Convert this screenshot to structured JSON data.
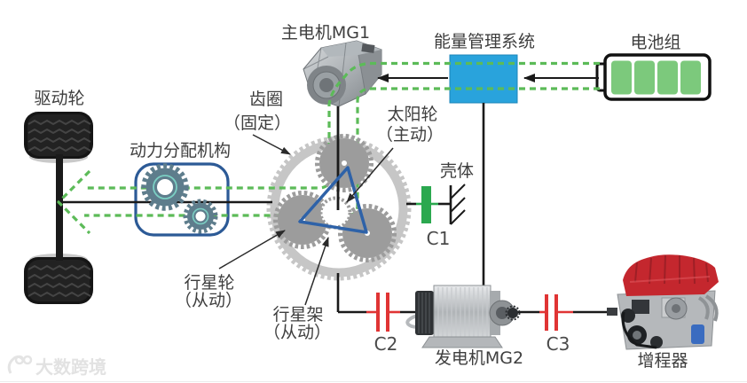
{
  "page": {
    "background": "#FFFFFF",
    "type": "powertrain-schematic-diagram"
  },
  "labels": {
    "drive_wheel": "驱动轮",
    "power_split": "动力分配机构",
    "ring_gear_1": "齿圈",
    "ring_gear_2": "（固定）",
    "main_motor": "主电机MG1",
    "sun_gear_1": "太阳轮",
    "sun_gear_2": "（主动）",
    "ems": "能量管理系统",
    "battery": "电池组",
    "housing": "壳体",
    "c1": "C1",
    "c2": "C2",
    "c3": "C3",
    "planet_gear_1": "行星轮",
    "planet_gear_2": "（从动）",
    "planet_carrier_1": "行星架",
    "planet_carrier_2": "（从动）",
    "generator": "发电机MG2",
    "range_extender": "增程器"
  },
  "watermark": {
    "text": "大数跨境"
  },
  "colors": {
    "energy_path_green": "#5CBB58",
    "battery_cell_green": "#7CC97C",
    "ems_blue": "#29A3DC",
    "capacitor_red": "#E03434",
    "c1_brake_green": "#2BA84F",
    "carrier_triangle_blue": "#2E62A8",
    "planet_gear_gray": "#9C9C9C",
    "ring_gear_gray": "#C6C6C6",
    "power_box_border_blue": "#2C5A96",
    "gear_slate": "#5E7D8C",
    "gear_teal_accent": "#7BCFC3",
    "line_black": "#1A1A1A",
    "label_text": "#3E3E3E"
  },
  "icons": [
    "tire-icon",
    "gear-icon",
    "planetary-gearset-icon",
    "motor-icon",
    "generator-icon",
    "battery-icon",
    "engine-icon",
    "ground-icon",
    "capacitor-icon",
    "watermark-logo-icon"
  ]
}
